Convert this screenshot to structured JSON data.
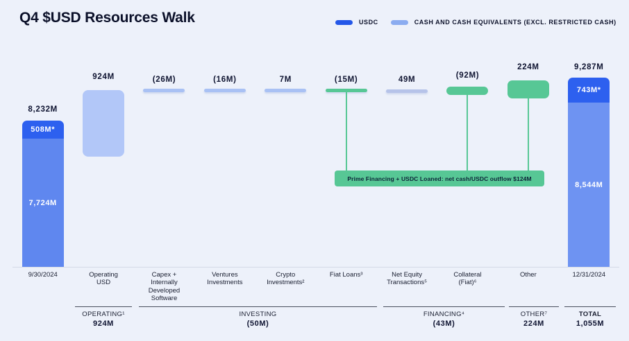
{
  "title": "Q4 $USD Resources Walk",
  "legend": [
    {
      "label": "USDC",
      "color": "#2457e8"
    },
    {
      "label": "CASH AND CASH EQUIVALENTS (EXCL. RESTRICTED CASH)",
      "color": "#8bacf0"
    }
  ],
  "annotation": {
    "text": "Prime Financing + USDC Loaned: net cash/USDC outflow $124M",
    "color": "#57c795"
  },
  "colors": {
    "usdc": "#2d60ef",
    "cash": "#5f87ef",
    "cash2": "#6e93f2",
    "lightBlue": "#b2c7f8",
    "thinBlue": "#a9c1f4",
    "grayBlue": "#b6c3e9",
    "green": "#57c795",
    "background": "#edf1fa",
    "axis": "#d5dae6",
    "text": "#0e1330"
  },
  "chart_data": {
    "type": "waterfall",
    "title": "Q4 $USD Resources Walk",
    "unit": "$M",
    "columns": [
      {
        "id": "9-30-2024",
        "label_lines": [
          "9/30/2024"
        ],
        "value_label": "8,232M",
        "total": 8232,
        "color": [
          "usdc",
          "cash"
        ],
        "segments": [
          {
            "name": "USDC",
            "label": "508M*",
            "value": 508
          },
          {
            "name": "Cash and cash equivalents",
            "label": "7,724M",
            "value": 7724
          }
        ]
      },
      {
        "id": "operating-usd",
        "label_lines": [
          "Operating",
          "USD"
        ],
        "value_label": "924M",
        "value": 924,
        "color": "lightBlue"
      },
      {
        "id": "capex-internally-developed-software",
        "label_lines": [
          "Capex +",
          "Internally",
          "Developed",
          "Software"
        ],
        "value_label": "(26M)",
        "value": -26,
        "color": "thinBlue"
      },
      {
        "id": "ventures-investments",
        "label_lines": [
          "Ventures",
          "Investments"
        ],
        "value_label": "(16M)",
        "value": -16,
        "color": "thinBlue"
      },
      {
        "id": "crypto-investments",
        "label_lines": [
          "Crypto",
          "Investments²"
        ],
        "value_label": "7M",
        "value": 7,
        "color": "thinBlue"
      },
      {
        "id": "fiat-loans",
        "label_lines": [
          "Fiat Loans³"
        ],
        "value_label": "(15M)",
        "value": -15,
        "color": "green"
      },
      {
        "id": "net-equity-transactions",
        "label_lines": [
          "Net Equity",
          "Transactions⁵"
        ],
        "value_label": "49M",
        "value": 49,
        "color": "grayBlue"
      },
      {
        "id": "collateral-fiat",
        "label_lines": [
          "Collateral",
          "(Fiat)⁶"
        ],
        "value_label": "(92M)",
        "value": -92,
        "color": "green"
      },
      {
        "id": "other",
        "label_lines": [
          "Other"
        ],
        "value_label": "224M",
        "value": 224,
        "color": "green"
      },
      {
        "id": "12-31-2024",
        "label_lines": [
          "12/31/2024"
        ],
        "value_label": "9,287M",
        "total": 9287,
        "color": [
          "usdc",
          "cash2"
        ],
        "segments": [
          {
            "name": "USDC",
            "label": "743M*",
            "value": 743
          },
          {
            "name": "Cash and cash equivalents",
            "label": "8,544M",
            "value": 8544
          }
        ]
      }
    ],
    "groups": [
      {
        "id": "operating",
        "name": "OPERATING¹",
        "value_label": "924M",
        "value": 924,
        "bold": false
      },
      {
        "id": "investing",
        "name": "INVESTING",
        "value_label": "(50M)",
        "value": -50,
        "bold": false
      },
      {
        "id": "financing",
        "name": "FINANCING⁴",
        "value_label": "(43M)",
        "value": -43,
        "bold": false
      },
      {
        "id": "other",
        "name": "OTHER⁷",
        "value_label": "224M",
        "value": 224,
        "bold": false
      },
      {
        "id": "total",
        "name": "TOTAL",
        "value_label": "1,055M",
        "value": 1055,
        "bold": true
      }
    ],
    "legend_entries": [
      "USDC",
      "CASH AND CASH EQUIVALENTS (EXCL. RESTRICTED CASH)"
    ],
    "axis_dates": [
      "9/30/2024",
      "12/31/2024"
    ],
    "grid": false,
    "legend_position": "top-right"
  }
}
